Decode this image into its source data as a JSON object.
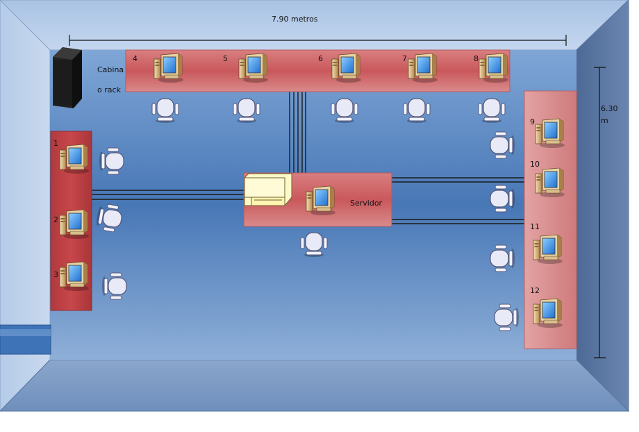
{
  "dimensions": {
    "width_label": "7.90 metros",
    "height_label_line1": "6.30",
    "height_label_line2": "m"
  },
  "rack": {
    "label_line1": "Cabina",
    "label_line2": "o rack"
  },
  "server": {
    "label": "Servidor"
  },
  "stations": {
    "top": [
      "4",
      "5",
      "6",
      "7",
      "8"
    ],
    "left": [
      "1",
      "2",
      "3"
    ],
    "right": [
      "9",
      "10",
      "11",
      "12"
    ]
  },
  "colors": {
    "desk": "#c8464a",
    "floor": "#4a7ab8",
    "wall": "#9ab8dc",
    "accent": "#3a5f94"
  }
}
